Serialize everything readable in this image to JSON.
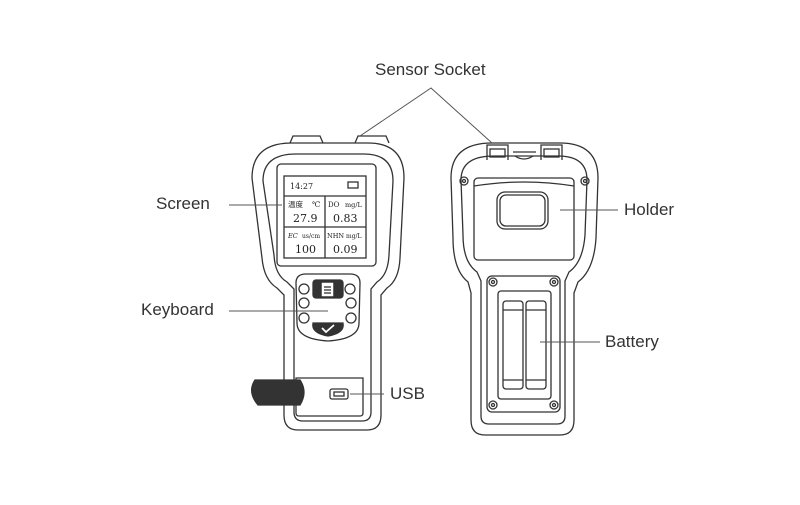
{
  "labels": {
    "sensor_socket": "Sensor Socket",
    "screen": "Screen",
    "keyboard": "Keyboard",
    "usb": "USB",
    "holder": "Holder",
    "battery": "Battery"
  },
  "display": {
    "time": "14:27",
    "cells": [
      {
        "name": "温度",
        "unit": "℃",
        "value": "27.9"
      },
      {
        "name": "DO",
        "unit": "mg/L",
        "value": "0.83"
      },
      {
        "name": "EC",
        "unit": "us/cm",
        "value": "100"
      },
      {
        "name": "NHN",
        "unit": "mg/L",
        "value": "0.09"
      }
    ]
  },
  "colors": {
    "line": "#333333",
    "label": "#333333",
    "device_fill": "#ffffff"
  }
}
